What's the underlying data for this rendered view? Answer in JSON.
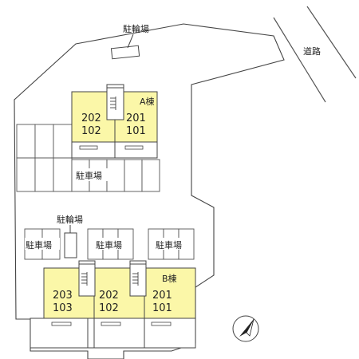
{
  "labels": {
    "bike_parking_top": "駐輪場",
    "road": "道路",
    "building_a": "A棟",
    "parking_middle": "駐車場",
    "bike_parking_lower": "駐輪場",
    "parking_left": "駐車場",
    "parking_center": "駐車場",
    "parking_right": "駐車場",
    "building_b": "B棟"
  },
  "building_a": {
    "left_upper": "202",
    "left_lower": "102",
    "right_upper": "201",
    "right_lower": "101"
  },
  "building_b": {
    "left_upper": "203",
    "left_lower": "103",
    "mid_upper": "202",
    "mid_lower": "102",
    "right_upper": "201",
    "right_lower": "101"
  },
  "colors": {
    "building_fill": "#fbf7a8",
    "line": "#444444",
    "background": "#ffffff"
  },
  "icons": {
    "north_arrow": "north-arrow-icon",
    "stairs": "stairs-icon"
  }
}
